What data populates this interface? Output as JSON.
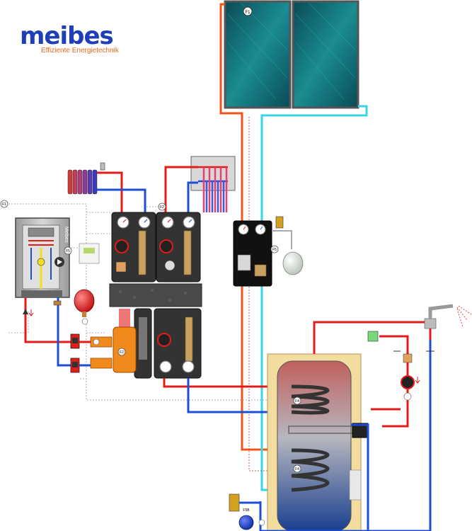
{
  "logo": {
    "word": "meibes",
    "tagline": "Effiziente Energietechnik"
  },
  "sensors": {
    "collector": "F1",
    "outdoor": "F1",
    "circuit": "F2",
    "storage_upper": "F4",
    "storage_lower": "F4",
    "room": "F5",
    "pump": "F5",
    "separator": "F2",
    "safety": "F5B"
  },
  "boiler": {
    "brand": "Meibes"
  },
  "colors": {
    "flow": "#e21b1b",
    "return": "#1c4fd6",
    "solar_flow": "#f0531c",
    "solar_return": "#39d6e6",
    "control_line": "#8a8a8a",
    "tank_top": "#c0605e",
    "tank_bottom": "#1a3f8f",
    "cabinet": "#333333",
    "collector": "#0f5c66",
    "separator": "#f08a1a"
  }
}
